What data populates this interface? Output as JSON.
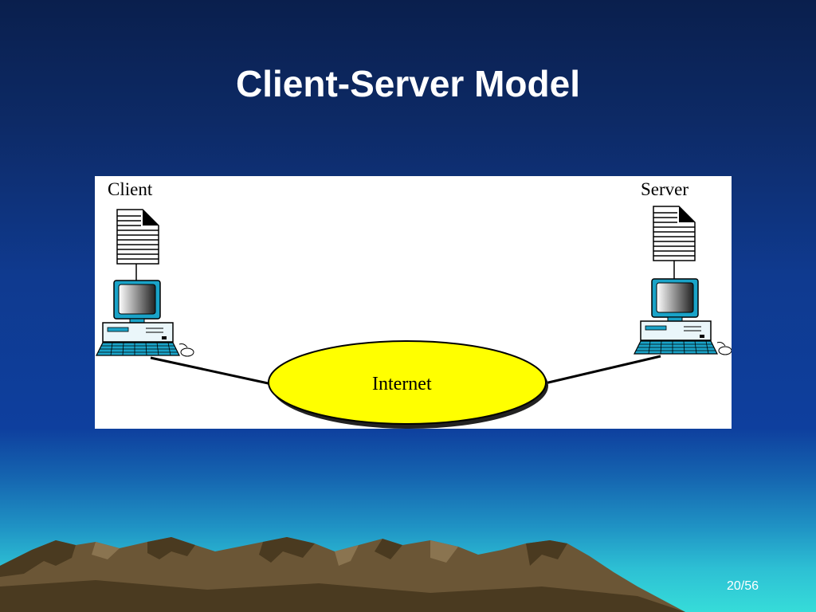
{
  "slide": {
    "title": "Client-Server Model",
    "page_number": "20/56"
  },
  "diagram": {
    "client_label": "Client",
    "server_label": "Server",
    "network_label": "Internet",
    "colors": {
      "network_fill": "#ffff00",
      "computer_accent": "#1aa3c8",
      "panel_bg": "#ffffff"
    }
  }
}
